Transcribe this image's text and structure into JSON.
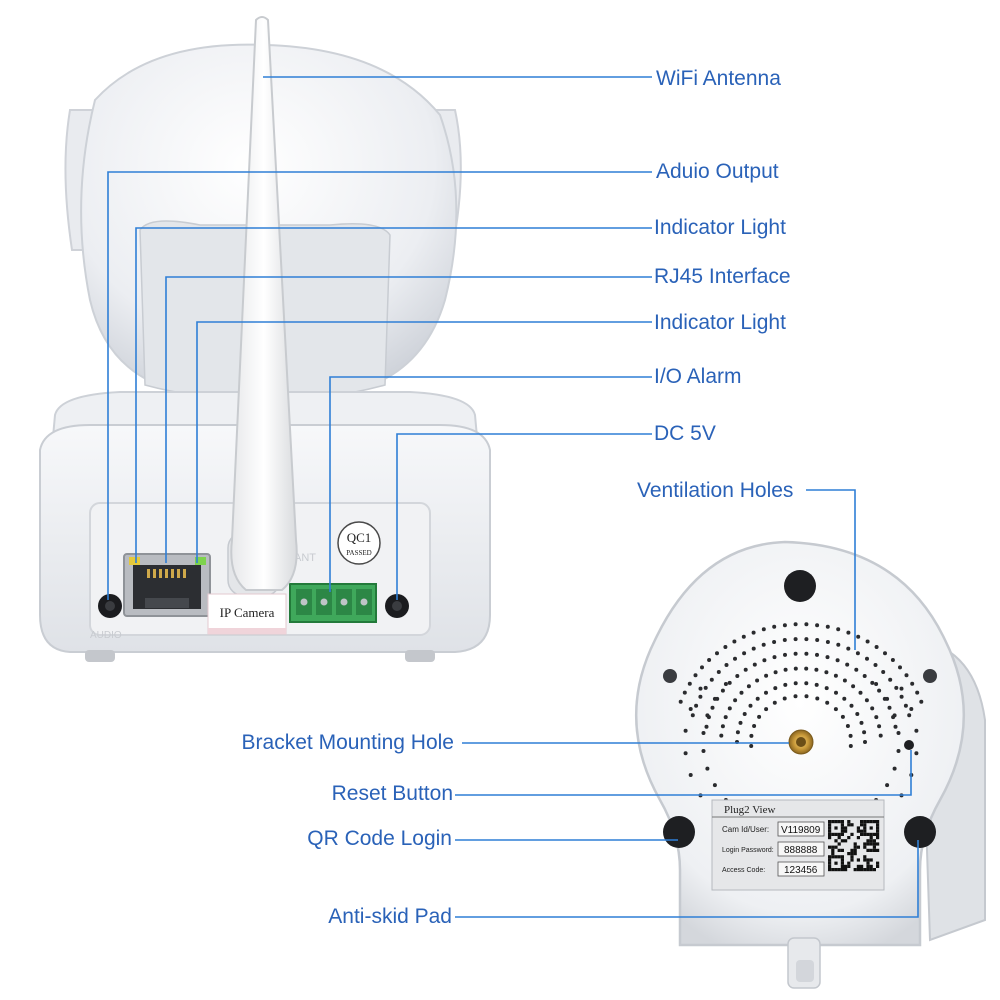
{
  "theme": {
    "callout_text": "#2a62b8",
    "callout_line": "#2f7fd6",
    "body_white": "#f3f4f6",
    "body_shadow": "#c9ccd2"
  },
  "callouts": {
    "wifi_antenna": "WiFi Antenna",
    "audio_output": "Aduio Output",
    "indicator_light_1": "Indicator Light",
    "rj45_interface": "RJ45 Interface",
    "indicator_light_2": "Indicator Light",
    "io_alarm": "I/O Alarm",
    "dc_5v": "DC 5V",
    "ventilation_holes": "Ventilation Holes",
    "bracket_mounting_hole": "Bracket Mounting Hole",
    "reset_button": "Reset Button",
    "qr_code_login": "QR Code Login",
    "anti_skid_pad": "Anti-skid Pad"
  },
  "product_markings": {
    "qc_badge": "QC1",
    "qc_passed": "PASSED",
    "ip_camera_label": "IP Camera",
    "ant_label": "ANT",
    "audio_port_label": "AUDIO",
    "sticker_brand": "Plug2 View",
    "cam_id_label": "Cam Id/User:",
    "cam_id_value": "V119809",
    "login_password_label": "Login Password:",
    "login_password_value": "888888",
    "access_code_label": "Access Code:",
    "access_code_value": "123456"
  }
}
